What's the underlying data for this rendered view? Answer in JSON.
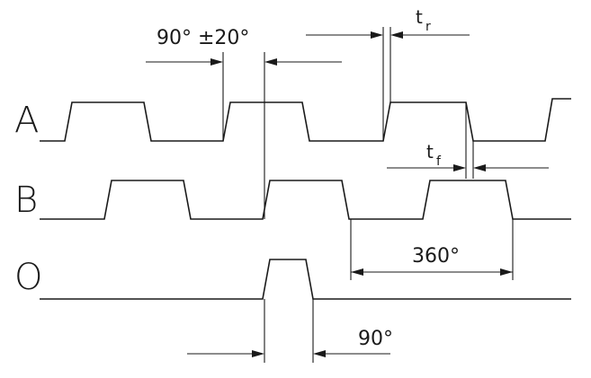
{
  "signals": {
    "a_label": "A",
    "b_label": "B",
    "o_label": "O"
  },
  "annotations": {
    "phase_tolerance": "90° ±20°",
    "rise_time_main": "t",
    "rise_time_sub": "r",
    "fall_time_main": "t",
    "fall_time_sub": "f",
    "period": "360°",
    "index_width": "90°"
  }
}
